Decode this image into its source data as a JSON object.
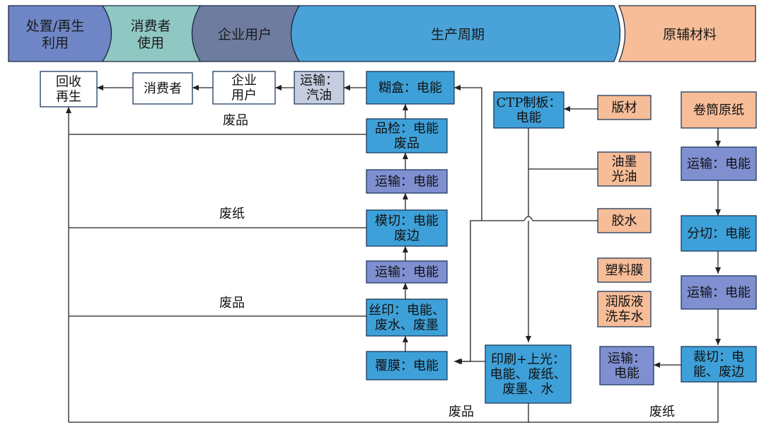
{
  "colors": {
    "header_recycle": "#6f86c6",
    "header_consumer": "#8fc7c3",
    "header_business": "#6e7d9f",
    "header_production": "#4aa3d8",
    "header_materials": "#f6bd98",
    "process_blue": "#3ea0d8",
    "transport_purple": "#7f8fd0",
    "material_peach": "#f6bd98",
    "gas_gray": "#c6cde0",
    "white": "#ffffff"
  },
  "header": {
    "recycle": [
      "处置/再生",
      "利用"
    ],
    "consumer": [
      "消费者",
      "使用"
    ],
    "business": "企业用户",
    "production": "生产周期",
    "materials": "原辅材料"
  },
  "nodes": {
    "recycle": [
      "回收",
      "再生"
    ],
    "consumer": [
      "消费者"
    ],
    "business_user": [
      "企业",
      "用户"
    ],
    "transport_oil": [
      "运输：",
      "汽油"
    ],
    "glue_box": [
      "糊盒：电能"
    ],
    "inspection": [
      "品检：电能",
      "废品"
    ],
    "transport_1": [
      "运输：电能"
    ],
    "die_cut": [
      "模切：电能",
      "废边"
    ],
    "transport_2": [
      "运输：电能"
    ],
    "silk_print": [
      "丝印：电能、",
      "废水、废墨"
    ],
    "laminate": [
      "覆膜：电能"
    ],
    "ctp": [
      "CTP制板：",
      "电能"
    ],
    "printing": [
      "印刷+上光：",
      "电能、废纸、",
      "废墨、水"
    ],
    "transport_3": [
      "运输：",
      "电能"
    ],
    "plate": [
      "版材"
    ],
    "ink": [
      "油墨",
      "光油"
    ],
    "glue": [
      "胶水"
    ],
    "film": [
      "塑料膜"
    ],
    "fountain": [
      "润版液",
      "洗车水"
    ],
    "roll_paper": [
      "卷筒原纸"
    ],
    "transport_r1": [
      "运输：电能"
    ],
    "slitting": [
      "分切：电能"
    ],
    "transport_r2": [
      "运输：电能"
    ],
    "cutting": [
      "裁切：电",
      "能、废边"
    ]
  },
  "line_labels": {
    "waste_product_1": "废品",
    "waste_paper_1": "废纸",
    "waste_product_2": "废品",
    "waste_product_3": "废品",
    "waste_paper_2": "废纸"
  }
}
